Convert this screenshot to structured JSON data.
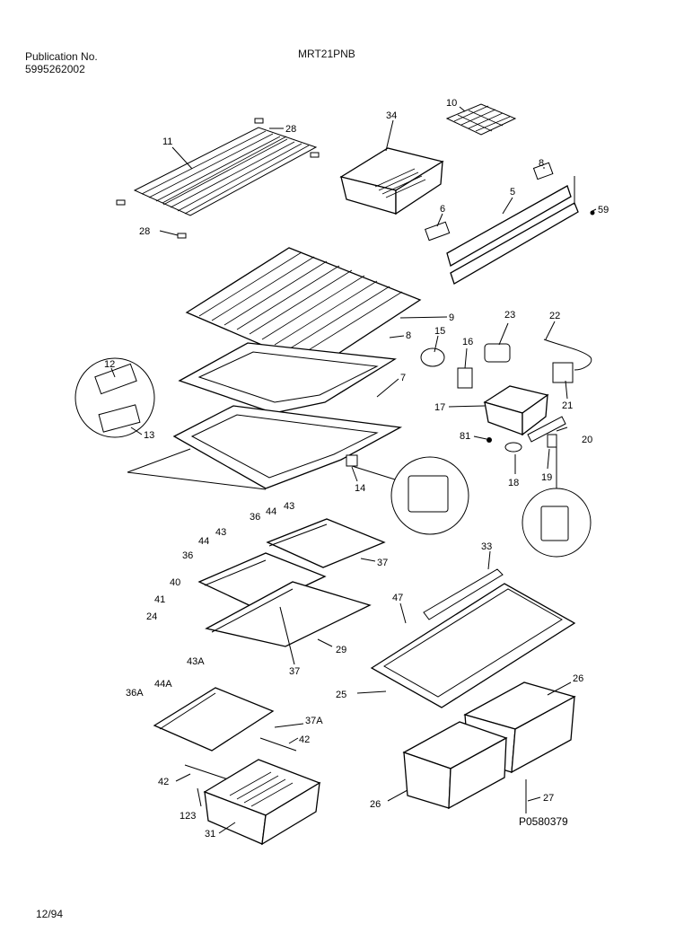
{
  "header": {
    "publication_label": "Publication No.",
    "publication_number": "5995262002",
    "model": "MRT21PNB"
  },
  "footer": {
    "date": "12/94",
    "reference": "P0580379"
  },
  "callouts": [
    {
      "id": "c-11",
      "text": "11"
    },
    {
      "id": "c-28a",
      "text": "28"
    },
    {
      "id": "c-28b",
      "text": "28"
    },
    {
      "id": "c-34",
      "text": "34"
    },
    {
      "id": "c-10",
      "text": "10"
    },
    {
      "id": "c-8a",
      "text": "8"
    },
    {
      "id": "c-5",
      "text": "5"
    },
    {
      "id": "c-6",
      "text": "6"
    },
    {
      "id": "c-59",
      "text": "59"
    },
    {
      "id": "c-9",
      "text": "9"
    },
    {
      "id": "c-8b",
      "text": "8"
    },
    {
      "id": "c-7",
      "text": "7"
    },
    {
      "id": "c-12",
      "text": "12"
    },
    {
      "id": "c-13",
      "text": "13"
    },
    {
      "id": "c-15",
      "text": "15"
    },
    {
      "id": "c-16",
      "text": "16"
    },
    {
      "id": "c-23",
      "text": "23"
    },
    {
      "id": "c-22",
      "text": "22"
    },
    {
      "id": "c-21",
      "text": "21"
    },
    {
      "id": "c-17",
      "text": "17"
    },
    {
      "id": "c-81",
      "text": "81"
    },
    {
      "id": "c-20",
      "text": "20"
    },
    {
      "id": "c-18",
      "text": "18"
    },
    {
      "id": "c-19",
      "text": "19"
    },
    {
      "id": "c-14",
      "text": "14"
    },
    {
      "id": "c-36a",
      "text": "36"
    },
    {
      "id": "c-44a",
      "text": "44"
    },
    {
      "id": "c-43a",
      "text": "43"
    },
    {
      "id": "c-36b",
      "text": "36"
    },
    {
      "id": "c-44b",
      "text": "44"
    },
    {
      "id": "c-43b",
      "text": "43"
    },
    {
      "id": "c-37a",
      "text": "37"
    },
    {
      "id": "c-40",
      "text": "40"
    },
    {
      "id": "c-41",
      "text": "41"
    },
    {
      "id": "c-24",
      "text": "24"
    },
    {
      "id": "c-29",
      "text": "29"
    },
    {
      "id": "c-37b",
      "text": "37"
    },
    {
      "id": "c-33",
      "text": "33"
    },
    {
      "id": "c-47",
      "text": "47"
    },
    {
      "id": "c-25",
      "text": "25"
    },
    {
      "id": "c-26a",
      "text": "26"
    },
    {
      "id": "c-26b",
      "text": "26"
    },
    {
      "id": "c-27",
      "text": "27"
    },
    {
      "id": "c-36A",
      "text": "36A"
    },
    {
      "id": "c-44A",
      "text": "44A"
    },
    {
      "id": "c-43A",
      "text": "43A"
    },
    {
      "id": "c-37A",
      "text": "37A"
    },
    {
      "id": "c-42a",
      "text": "42"
    },
    {
      "id": "c-42b",
      "text": "42"
    },
    {
      "id": "c-123",
      "text": "123"
    },
    {
      "id": "c-31",
      "text": "31"
    }
  ]
}
